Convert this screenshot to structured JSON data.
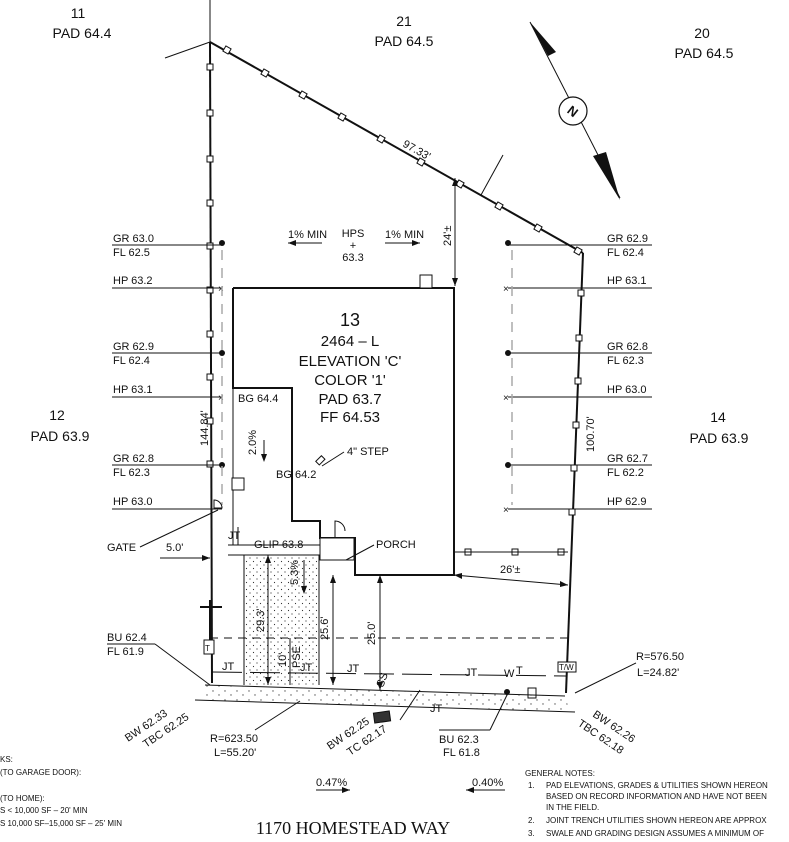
{
  "lots": {
    "lot11": {
      "number": "11",
      "pad": "PAD 64.4"
    },
    "lot21": {
      "number": "21",
      "pad": "PAD 64.5"
    },
    "lot20": {
      "number": "20",
      "pad": "PAD 64.5"
    },
    "lot12": {
      "number": "12",
      "pad": "PAD 63.9"
    },
    "lot14": {
      "number": "14",
      "pad": "PAD 63.9"
    }
  },
  "subject_lot": {
    "number": "13",
    "plan": "2464 – L",
    "elevation": "ELEVATION 'C'",
    "color": "COLOR '1'",
    "pad": "PAD 63.7",
    "ff": "FF 64.53"
  },
  "north_arrow": {
    "letter": "N"
  },
  "dimensions": {
    "top_property_line": "97.33'",
    "left_property_line": "144.84'",
    "right_property_line": "100.70'",
    "rear_setback": "24'±",
    "side_setback": "26'±",
    "gate_offset": "5.0'",
    "side_yard": "29.3'",
    "pse": "PSE",
    "pse_width": "10'",
    "glip_slope": "5.3%",
    "porch_depth": "25.6'",
    "garage_depth": "25.0'",
    "slope_pad": "2.0%"
  },
  "drainage": {
    "min1": "1% MIN",
    "min2": "1% MIN",
    "hps": "HPS",
    "hps_plus": "+",
    "hps_value": "63.3"
  },
  "left_grades": [
    {
      "gr": "GR 63.0",
      "fl": "FL 62.5"
    },
    {
      "hp": "HP 63.2"
    },
    {
      "gr": "GR 62.9",
      "fl": "FL 62.4"
    },
    {
      "hp": "HP 63.1"
    },
    {
      "gr": "GR 62.8",
      "fl": "FL 62.3"
    },
    {
      "hp": "HP 63.0"
    }
  ],
  "right_grades": [
    {
      "gr": "GR 62.9",
      "fl": "FL 62.4"
    },
    {
      "hp": "HP 63.1"
    },
    {
      "gr": "GR 62.8",
      "fl": "FL 62.3"
    },
    {
      "hp": "HP 63.0"
    },
    {
      "gr": "GR 62.7",
      "fl": "FL 62.2"
    },
    {
      "hp": "HP 62.9"
    }
  ],
  "house_labels": {
    "bg1": "BG 64.4",
    "bg2": "BG 64.2",
    "step": "4\" STEP",
    "porch": "PORCH",
    "glip": "GLIP 63.8",
    "gate": "GATE",
    "jt": "JT"
  },
  "street_labels": {
    "bu_left": "BU 62.4",
    "fl_left": "FL 61.9",
    "bw_left": "BW 62.33",
    "tbc_left": "TBC 62.25",
    "curve1_r": "R=623.50",
    "curve1_l": "L=55.20'",
    "bw_mid": "BW 62.25",
    "tc_mid": "TC 62.17",
    "bu_mid": "BU 62.3",
    "fl_mid": "FL 61.8",
    "curve2_r": "R=576.50",
    "curve2_l": "L=24.82'",
    "bw_right": "BW 62.26",
    "tbc_right": "TBC 62.18",
    "slope_left": "0.47%",
    "slope_right": "0.40%",
    "ss": "SS",
    "w": "W",
    "t": "T",
    "jt": "JT",
    "box_left": "T",
    "box_right": "T/W"
  },
  "address": "1170 HOMESTEAD WAY",
  "notes_left": [
    "KS:",
    "(TO GARAGE DOOR):",
    "(TO HOME):",
    "S < 10,000 SF – 20' MIN",
    "S 10,000 SF–15,000 SF – 25' MIN"
  ],
  "general_notes": {
    "title": "GENERAL NOTES:",
    "n1_num": "1.",
    "n1a": "PAD ELEVATIONS, GRADES & UTILITIES SHOWN HEREON",
    "n1b": "BASED ON RECORD INFORMATION AND HAVE NOT BEEN",
    "n1c": "IN THE FIELD.",
    "n2_num": "2.",
    "n2": "JOINT TRENCH UTILITIES SHOWN HEREON ARE APPROX",
    "n3_num": "3.",
    "n3": "SWALE AND GRADING DESIGN ASSUMES A MINIMUM OF"
  }
}
